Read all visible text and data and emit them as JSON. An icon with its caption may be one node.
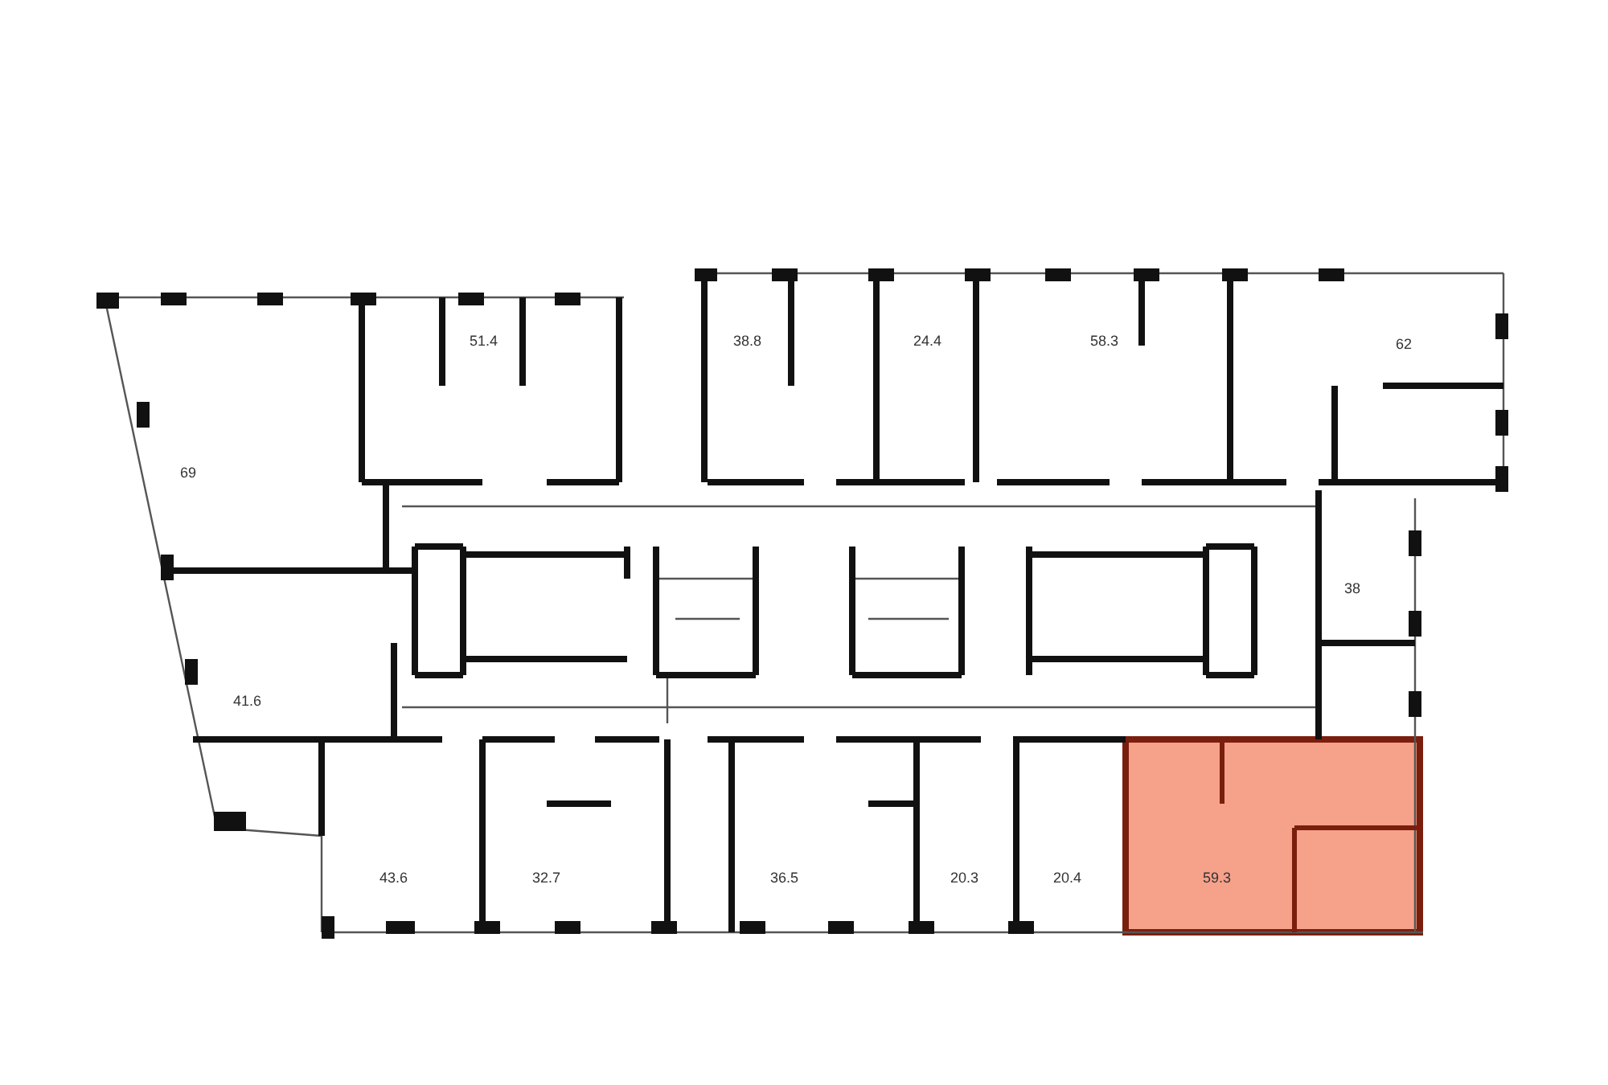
{
  "diagram": {
    "labels": [
      "51.4",
      "38.8",
      "24.4",
      "58.3",
      "62",
      "69",
      "38",
      "41.6",
      "43.6",
      "32.7",
      "36.5",
      "20.3",
      "20.4",
      "59.3"
    ]
  }
}
